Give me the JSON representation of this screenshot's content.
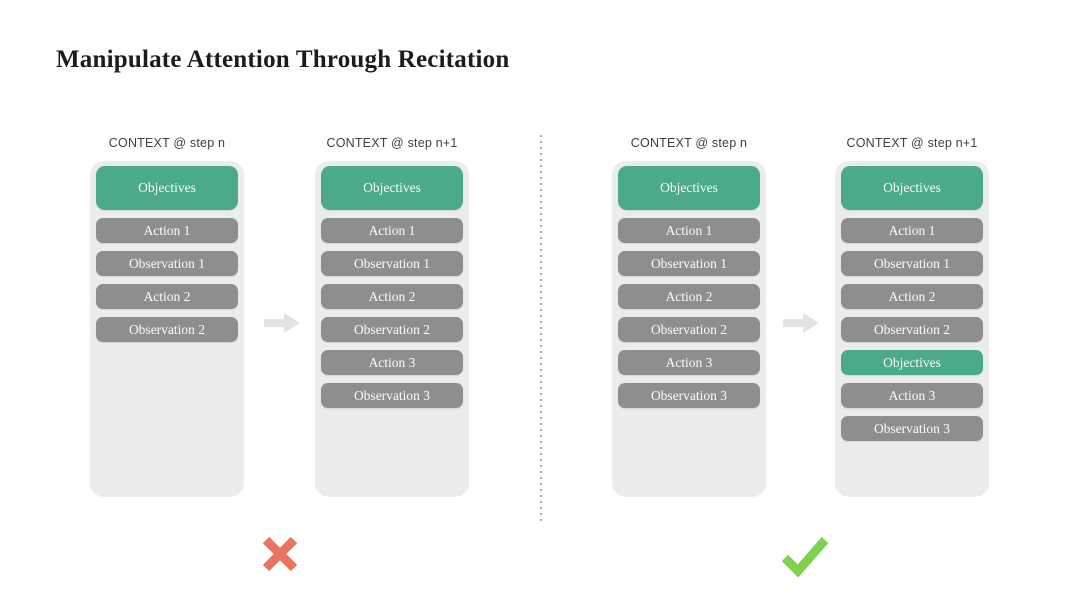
{
  "title": "Manipulate Attention Through Recitation",
  "colors": {
    "objective_pill": "#4ba98c",
    "step_pill": "#8e8e8e",
    "container_bg": "#ececec",
    "arrow": "#e3e3e3",
    "cross": "#e87560",
    "check": "#7ed24e"
  },
  "icons": {
    "arrow": "right-arrow-icon",
    "left_verdict": "cross-icon",
    "right_verdict": "check-icon"
  },
  "pairs": [
    {
      "verdict": "cross",
      "columns": [
        {
          "header": "CONTEXT @ step n",
          "pills": [
            {
              "label": "Objectives",
              "type": "objective",
              "tall": true
            },
            {
              "label": "Action 1",
              "type": "step"
            },
            {
              "label": "Observation 1",
              "type": "step"
            },
            {
              "label": "Action 2",
              "type": "step"
            },
            {
              "label": "Observation 2",
              "type": "step"
            }
          ]
        },
        {
          "header": "CONTEXT @ step n+1",
          "pills": [
            {
              "label": "Objectives",
              "type": "objective",
              "tall": true
            },
            {
              "label": "Action 1",
              "type": "step"
            },
            {
              "label": "Observation 1",
              "type": "step"
            },
            {
              "label": "Action 2",
              "type": "step"
            },
            {
              "label": "Observation 2",
              "type": "step"
            },
            {
              "label": "Action 3",
              "type": "step"
            },
            {
              "label": "Observation 3",
              "type": "step"
            }
          ]
        }
      ]
    },
    {
      "verdict": "check",
      "columns": [
        {
          "header": "CONTEXT @ step n",
          "pills": [
            {
              "label": "Objectives",
              "type": "objective",
              "tall": true
            },
            {
              "label": "Action 1",
              "type": "step"
            },
            {
              "label": "Observation 1",
              "type": "step"
            },
            {
              "label": "Action 2",
              "type": "step"
            },
            {
              "label": "Observation 2",
              "type": "step"
            },
            {
              "label": "Action 3",
              "type": "step"
            },
            {
              "label": "Observation 3",
              "type": "step"
            }
          ]
        },
        {
          "header": "CONTEXT @ step n+1",
          "pills": [
            {
              "label": "Objectives",
              "type": "objective",
              "tall": true
            },
            {
              "label": "Action 1",
              "type": "step"
            },
            {
              "label": "Observation 1",
              "type": "step"
            },
            {
              "label": "Action 2",
              "type": "step"
            },
            {
              "label": "Observation 2",
              "type": "step"
            },
            {
              "label": "Objectives",
              "type": "objective"
            },
            {
              "label": "Action 3",
              "type": "step"
            },
            {
              "label": "Observation 3",
              "type": "step"
            }
          ]
        }
      ]
    }
  ]
}
